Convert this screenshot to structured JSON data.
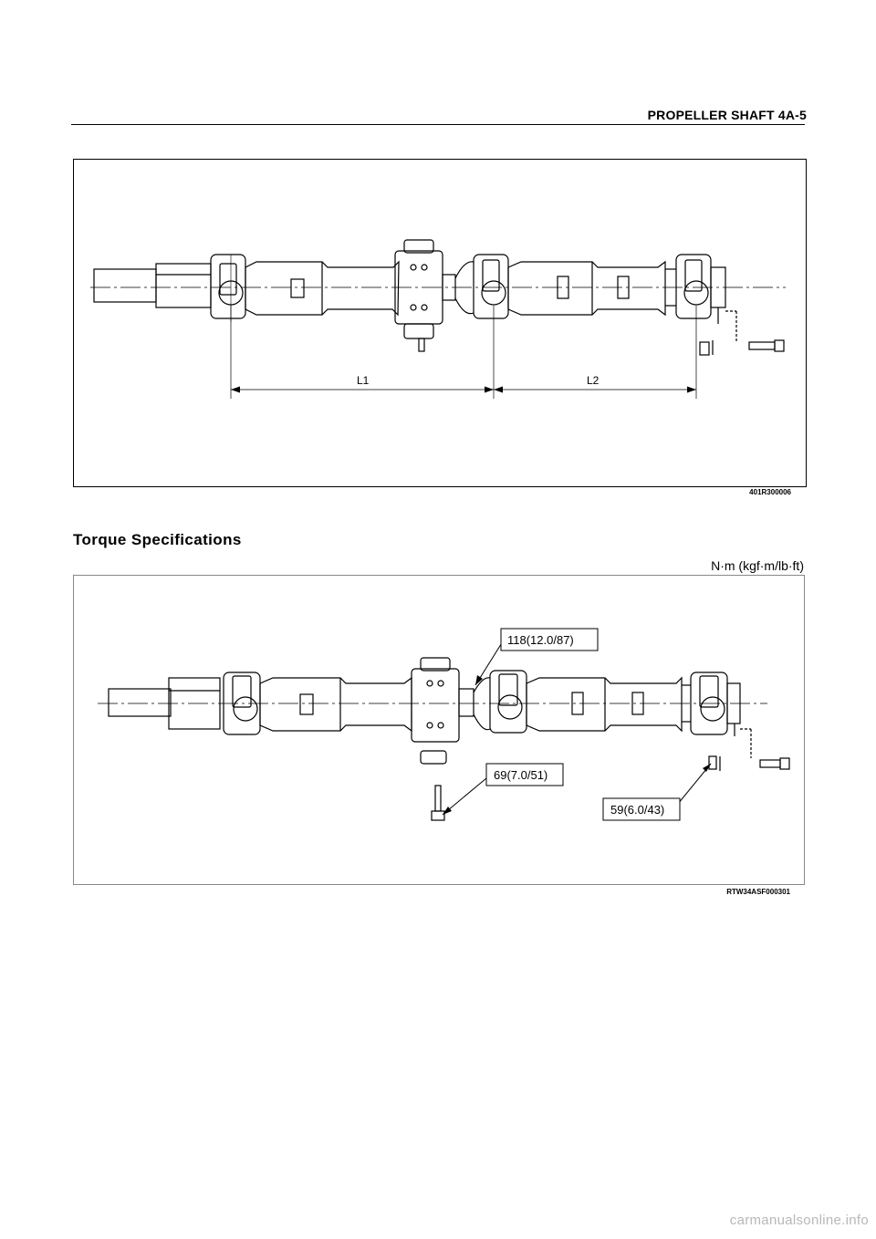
{
  "header": {
    "title": "PROPELLER SHAFT   4A-5"
  },
  "figure1": {
    "code": "401R300006",
    "labels": {
      "l1": "L1",
      "l2": "L2"
    }
  },
  "section": {
    "title": "Torque Specifications",
    "units": "N·m (kgf·m/lb·ft)"
  },
  "figure2": {
    "code": "RTW34ASF000301",
    "callouts": {
      "center_yoke": "118(12.0/87)",
      "bearing_bolt": "69(7.0/51)",
      "rear_flange": "59(6.0/43)"
    }
  },
  "watermark": "carmanualsonline.info"
}
